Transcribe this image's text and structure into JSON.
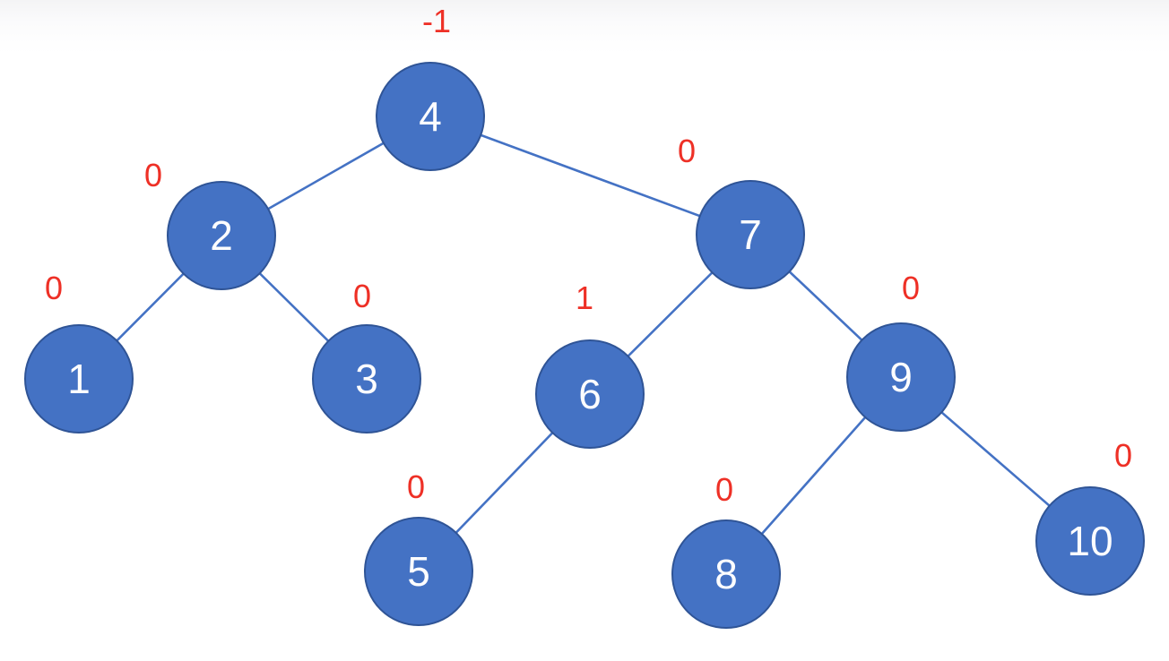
{
  "diagram": {
    "type": "binary-tree",
    "description": "Balanced binary search tree of values 1-10 with red balance factors annotated beside each node",
    "colors": {
      "node_fill": "#4472C4",
      "node_border": "#2F5496",
      "edge": "#4472C4",
      "balance_label": "#EE3026",
      "node_text": "#FDFDFE"
    },
    "nodes": [
      {
        "value": "4",
        "balance": "-1"
      },
      {
        "value": "2",
        "balance": "0"
      },
      {
        "value": "7",
        "balance": "0"
      },
      {
        "value": "1",
        "balance": "0"
      },
      {
        "value": "3",
        "balance": "0"
      },
      {
        "value": "6",
        "balance": "1"
      },
      {
        "value": "9",
        "balance": "0"
      },
      {
        "value": "5",
        "balance": "0"
      },
      {
        "value": "8",
        "balance": "0"
      },
      {
        "value": "10",
        "balance": "0"
      }
    ],
    "edges": [
      {
        "from": "4",
        "to": "2"
      },
      {
        "from": "4",
        "to": "7"
      },
      {
        "from": "2",
        "to": "1"
      },
      {
        "from": "2",
        "to": "3"
      },
      {
        "from": "7",
        "to": "6"
      },
      {
        "from": "7",
        "to": "9"
      },
      {
        "from": "6",
        "to": "5"
      },
      {
        "from": "9",
        "to": "8"
      },
      {
        "from": "9",
        "to": "10"
      }
    ]
  }
}
